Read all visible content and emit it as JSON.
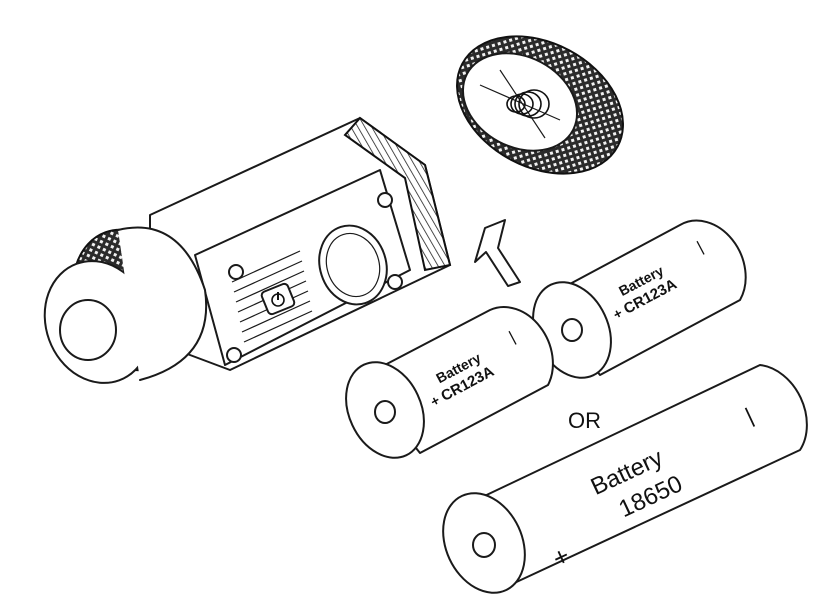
{
  "diagram": {
    "batteries": [
      {
        "id": "cr123a-top",
        "name_label": "Battery",
        "type_label": "CR123A",
        "plus": "+",
        "minus": "|"
      },
      {
        "id": "cr123a-left",
        "name_label": "Battery",
        "type_label": "CR123A",
        "plus": "+",
        "minus": "|"
      },
      {
        "id": "b18650",
        "name_label": "Battery",
        "type_label": "18650",
        "plus": "+",
        "minus": "|"
      }
    ],
    "or_label": "OR",
    "power_icon": "power-icon",
    "arrow_icon": "up-arrow-icon"
  }
}
